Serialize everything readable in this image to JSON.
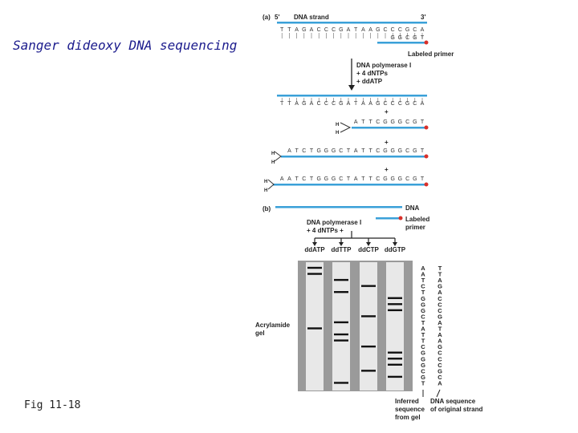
{
  "title": "Sanger dideoxy DNA sequencing",
  "figure_ref": "Fig 11-18",
  "panel_a": {
    "label": "(a)",
    "five_prime": "5'",
    "three_prime": "3'",
    "strand_label": "DNA strand",
    "template": "TTAGACCCGATAAGCCCGCA",
    "primer": "GGCGT",
    "primer_label": "Labeled primer",
    "enzyme_lines": [
      "DNA polymerase I",
      "+ 4 dNTPs",
      "+ ddATP"
    ],
    "plus": "+",
    "product_1": "ATTCGGGCGT",
    "product_2": "ATCTGGGCTATTCGGGCGT",
    "product_3": "AATCTGGGCTATTCGGGCGT",
    "h": "H"
  },
  "panel_b": {
    "label": "(b)",
    "dna_label": "DNA",
    "primer_label_1": "Labeled",
    "primer_label_2": "primer",
    "enzyme_line_1": "DNA polymerase I",
    "enzyme_line_2": "+ 4 dNTPs +",
    "lanes": [
      "ddATP",
      "ddTTP",
      "ddCTP",
      "ddGTP"
    ],
    "gel_label_1": "Acrylamide",
    "gel_label_2": "gel",
    "inferred_sequence": "AATCTGGGCTATTCGGGCGT",
    "original_sequence": "TTAGACCCGATAAGCCCGCA",
    "inferred_label": [
      "Inferred",
      "sequence",
      "from gel"
    ],
    "original_label": [
      "DNA sequence",
      "of original strand"
    ]
  }
}
